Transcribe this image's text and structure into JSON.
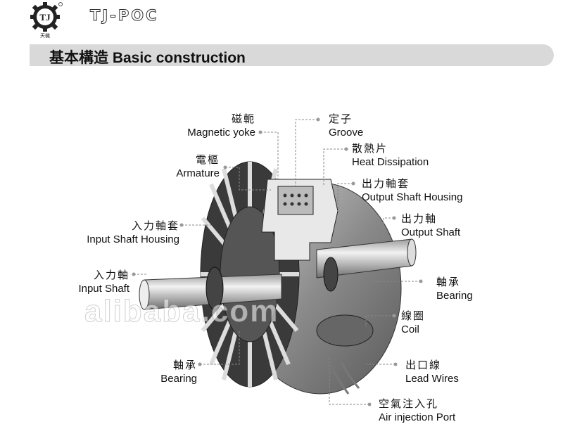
{
  "logo": {
    "letters": "TJ",
    "caption": "天機"
  },
  "brand": "TJ-POC",
  "section": {
    "title": "基本構造 Basic construction"
  },
  "watermark": "alibaba.com",
  "labels": {
    "magnetic_yoke": {
      "zh": "磁軛",
      "en": "Magnetic yoke"
    },
    "groove": {
      "zh": "定子",
      "en": "Groove"
    },
    "heat_dissipation": {
      "zh": "散熱片",
      "en": "Heat Dissipation"
    },
    "armature": {
      "zh": "電樞",
      "en": "Armature"
    },
    "output_shaft_housing": {
      "zh": "出力軸套",
      "en": "Output Shaft Housing"
    },
    "input_shaft_housing": {
      "zh": "入力軸套",
      "en": "Input Shaft Housing"
    },
    "output_shaft": {
      "zh": "出力軸",
      "en": "Output Shaft"
    },
    "input_shaft": {
      "zh": "入力軸",
      "en": "Input Shaft"
    },
    "bearing_right": {
      "zh": "軸承",
      "en": "Bearing"
    },
    "coil": {
      "zh": "線圈",
      "en": "Coil"
    },
    "bearing_left": {
      "zh": "軸承",
      "en": "Bearing"
    },
    "lead_wires": {
      "zh": "出口線",
      "en": "Lead Wires"
    },
    "air_injection_port": {
      "zh": "空氣注入孔",
      "en": "Air injection Port"
    }
  }
}
